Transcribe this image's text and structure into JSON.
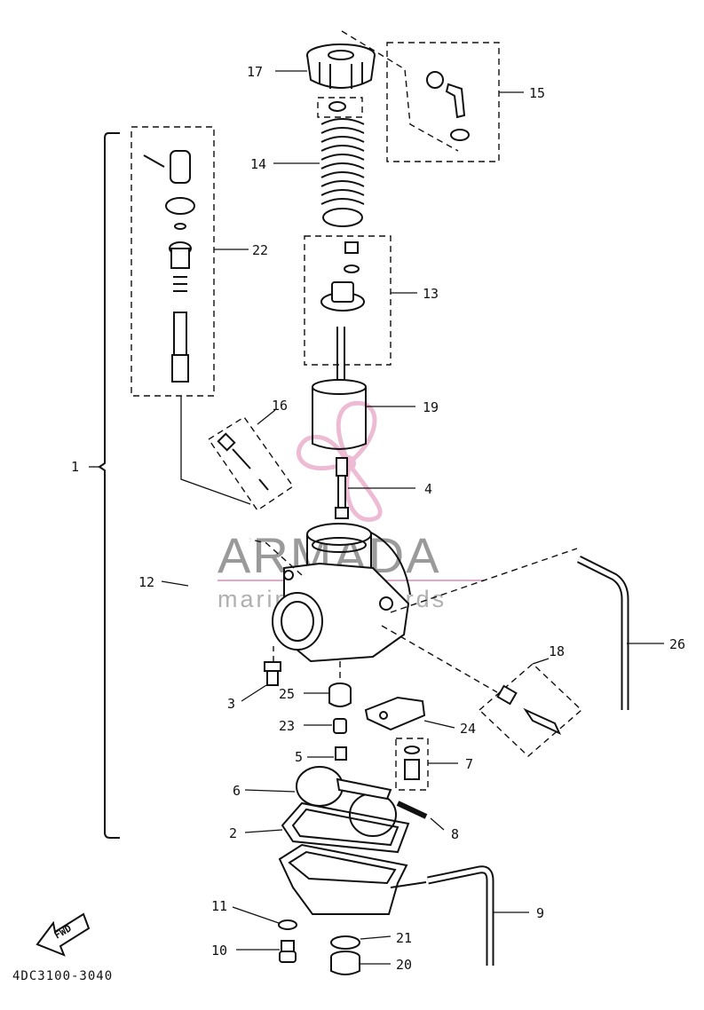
{
  "diagram_code": "4DC3100-3040",
  "fwd_label": "FWD",
  "watermark": {
    "brand": "ARMADA",
    "tagline": "marine outboards",
    "brand_color": "#8c8c8c",
    "logo_color": "#e8a6c6"
  },
  "callouts": [
    {
      "id": "1",
      "label": "1"
    },
    {
      "id": "2",
      "label": "2"
    },
    {
      "id": "3",
      "label": "3"
    },
    {
      "id": "4",
      "label": "4"
    },
    {
      "id": "5",
      "label": "5"
    },
    {
      "id": "6",
      "label": "6"
    },
    {
      "id": "7",
      "label": "7"
    },
    {
      "id": "8",
      "label": "8"
    },
    {
      "id": "9",
      "label": "9"
    },
    {
      "id": "10",
      "label": "10"
    },
    {
      "id": "11",
      "label": "11"
    },
    {
      "id": "12",
      "label": "12"
    },
    {
      "id": "13",
      "label": "13"
    },
    {
      "id": "14",
      "label": "14"
    },
    {
      "id": "15",
      "label": "15"
    },
    {
      "id": "16",
      "label": "16"
    },
    {
      "id": "17",
      "label": "17"
    },
    {
      "id": "18",
      "label": "18"
    },
    {
      "id": "19",
      "label": "19"
    },
    {
      "id": "20",
      "label": "20"
    },
    {
      "id": "21",
      "label": "21"
    },
    {
      "id": "22",
      "label": "22"
    },
    {
      "id": "23",
      "label": "23"
    },
    {
      "id": "24",
      "label": "24"
    },
    {
      "id": "25",
      "label": "25"
    },
    {
      "id": "26",
      "label": "26"
    }
  ]
}
